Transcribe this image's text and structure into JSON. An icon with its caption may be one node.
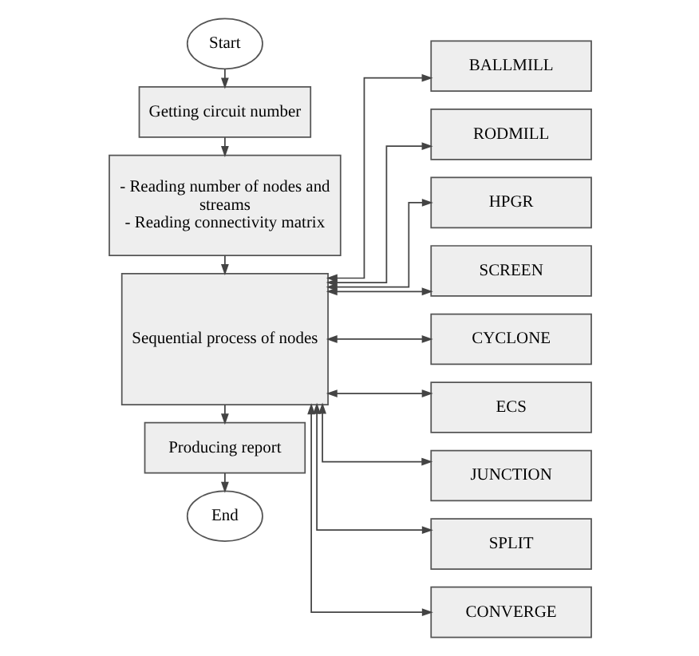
{
  "diagram": {
    "nodes": [
      {
        "text": [
          "Start"
        ]
      },
      {
        "text": [
          "Getting circuit number"
        ]
      },
      {
        "text": [
          "- Reading number of nodes and streams - Reading connectivity matrix"
        ]
      },
      {
        "text": [
          "Sequential process of nodes"
        ]
      },
      {
        "text": [
          "Producing report"
        ]
      },
      {
        "text": [
          "End"
        ]
      },
      {
        "text": [
          "BALLMILL"
        ]
      },
      {
        "text": [
          "RODMILL"
        ]
      },
      {
        "text": [
          "HPGR"
        ]
      },
      {
        "text": [
          "SCREEN"
        ]
      },
      {
        "text": [
          "CYCLONE"
        ]
      },
      {
        "text": [
          "ECS"
        ]
      },
      {
        "text": [
          "JUNCTION"
        ]
      },
      {
        "text": [
          "SPLIT"
        ]
      },
      {
        "text": [
          "CONVERGE"
        ]
      }
    ],
    "edges": [
      {
        "from": 0,
        "to": 1,
        "arrow": "to"
      },
      {
        "from": 1,
        "to": 2,
        "arrow": "to"
      },
      {
        "from": 2,
        "to": 3,
        "arrow": "to"
      },
      {
        "from": 3,
        "to": 4,
        "arrow": "to"
      },
      {
        "from": 4,
        "to": 5,
        "arrow": "to"
      },
      {
        "from": 3,
        "to": 6,
        "arrow": "both"
      },
      {
        "from": 3,
        "to": 7,
        "arrow": "both"
      },
      {
        "from": 3,
        "to": 8,
        "arrow": "both"
      },
      {
        "from": 3,
        "to": 9,
        "arrow": "both"
      },
      {
        "from": 3,
        "to": 10,
        "arrow": "both"
      },
      {
        "from": 3,
        "to": 11,
        "arrow": "both"
      },
      {
        "from": 3,
        "to": 12,
        "arrow": "both"
      },
      {
        "from": 3,
        "to": 13,
        "arrow": "both"
      },
      {
        "from": 3,
        "to": 14,
        "arrow": "both"
      }
    ]
  }
}
